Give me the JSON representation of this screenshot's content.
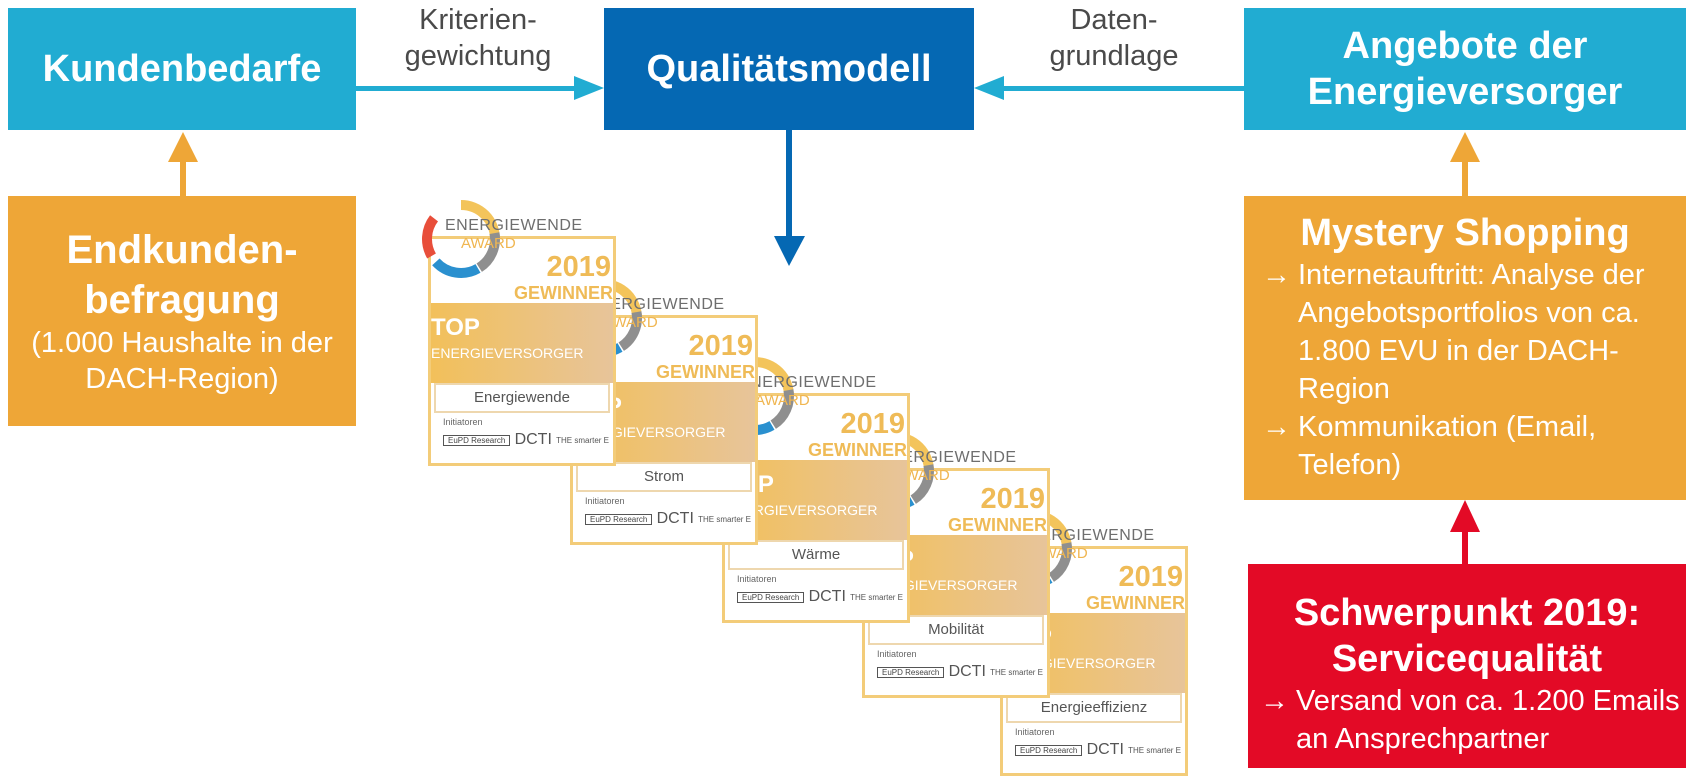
{
  "boxes": {
    "kundenbedarfe": "Kundenbedarfe",
    "qualitaetsmodell": "Qualitätsmodell",
    "angebote_line1": "Angebote der",
    "angebote_line2": "Energieversorger",
    "endkunden_line1": "Endkunden-",
    "endkunden_line2": "befragung",
    "endkunden_sub_line1": "(1.000 Haushalte in der",
    "endkunden_sub_line2": "DACH-Region)",
    "mystery_title": "Mystery Shopping",
    "mystery_bullets": [
      [
        "Internetauftritt: Analyse der",
        "Angebotsportfolios von ca.",
        "1.800 EVU in der DACH-",
        "Region"
      ],
      [
        "Kommunikation (Email,",
        "Telefon)"
      ]
    ],
    "schwer_title_line1": "Schwerpunkt 2019:",
    "schwer_title_line2": "Servicequalität",
    "schwer_bullet_line1": "Versand von ca. 1.200 Emails",
    "schwer_bullet_line2": "an Ansprechpartner",
    "arrow_glyph": "→"
  },
  "labels": {
    "kriterien_line1": "Kriterien-",
    "kriterien_line2": "gewichtung",
    "daten_line1": "Daten-",
    "daten_line2": "grundlage"
  },
  "award": {
    "energiewende": "ENERGIEWENDE",
    "award": "AWARD",
    "year": "2019",
    "gewinner": "GEWINNER",
    "top": "TOP",
    "energieversorger": "ENERGIEVERSORGER",
    "initiatoren": "Initiatoren",
    "logo_eupd": "EuPD Research",
    "logo_dcti": "DCTI",
    "logo_smarter": "THE smarter E",
    "categories": [
      "Energiewende",
      "Strom",
      "Wärme",
      "Mobilität",
      "Energieeffizienz"
    ]
  },
  "colors": {
    "cyan": "#21acd2",
    "blue": "#0568b3",
    "orange": "#eea637",
    "red": "#e30a26",
    "gold": "#efbb57"
  }
}
